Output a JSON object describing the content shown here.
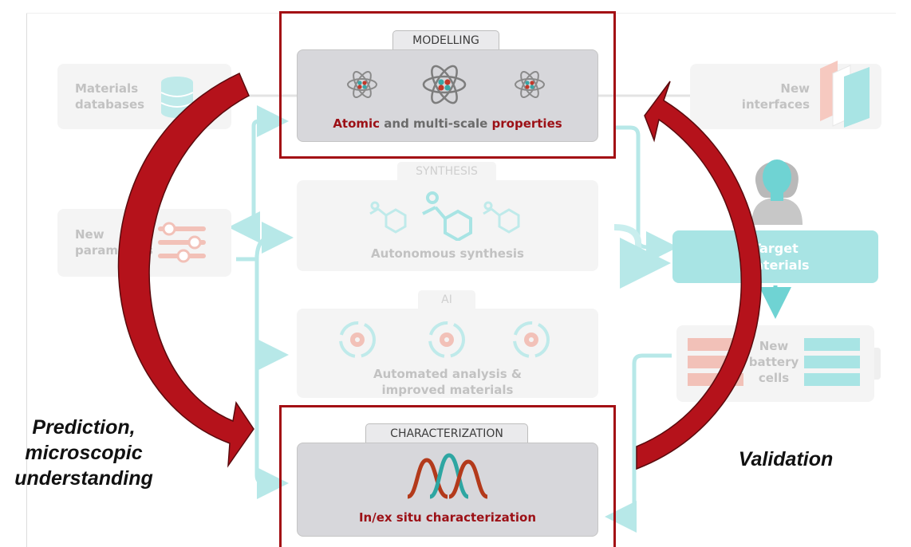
{
  "modelling": {
    "tab": "MODELLING",
    "caption_part1": "Atomic",
    "caption_part2": " and multi-scale ",
    "caption_part3": "properties"
  },
  "synthesis": {
    "tab": "SYNTHESIS",
    "caption": "Autonomous synthesis"
  },
  "ai": {
    "tab": "AI",
    "caption_line1": "Automated analysis &",
    "caption_line2": "improved materials"
  },
  "characterization": {
    "tab": "CHARACTERIZATION",
    "caption": "In/ex situ characterization"
  },
  "left": {
    "materials_db_line1": "Materials",
    "materials_db_line2": "databases",
    "new_params_line1": "New",
    "new_params_line2": "parameters"
  },
  "right": {
    "new_interfaces_line1": "New",
    "new_interfaces_line2": "interfaces",
    "target_line1": "Target",
    "target_line2": "materials",
    "battery_line1": "New",
    "battery_line2": "battery",
    "battery_line3": "cells"
  },
  "annotations": {
    "left_line1": "Prediction,",
    "left_line2": "microscopic",
    "left_line3": "understanding",
    "right": "Validation"
  },
  "colors": {
    "frame_red": "#a30e14",
    "arrow_red": "#b5121b",
    "teal": "#a8e4e4",
    "teal_strong": "#59cfcf",
    "salmon": "#f1b7ae",
    "dark_red_text": "#9c1016"
  },
  "icons": {
    "atom": "atom-icon",
    "database": "database-icon",
    "sliders": "sliders-icon",
    "molecule": "molecule-icon",
    "gear_cycle": "gear-cycle-icon",
    "peaks": "spectrum-peaks-icon",
    "person": "person-icon",
    "layers": "layers-icon",
    "battery": "battery-icon"
  }
}
